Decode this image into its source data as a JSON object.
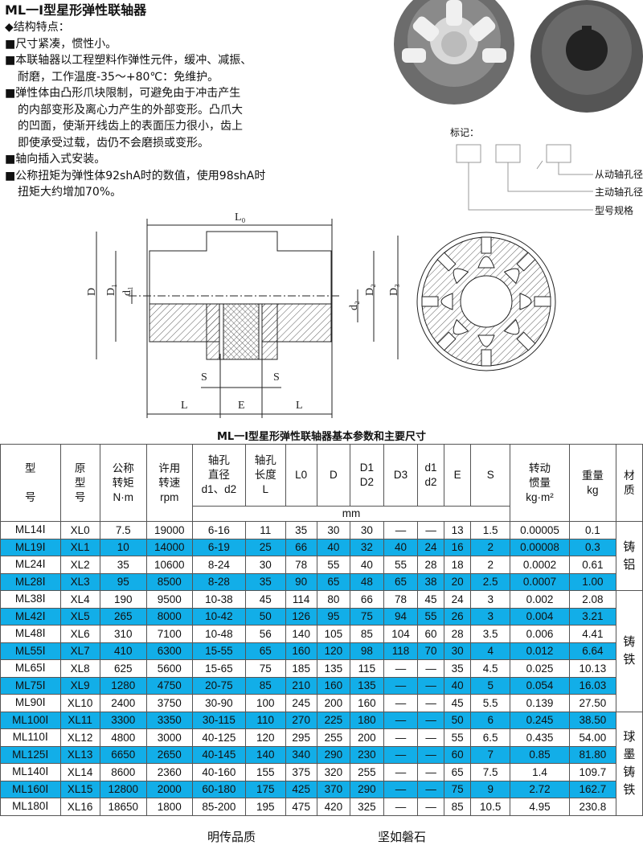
{
  "intro": {
    "title": "ML一Ⅰ型星形弹性联轴器",
    "heading": "◆结构特点：",
    "points": [
      "■尺寸紧凑，惯性小。",
      "■本联轴器以工程塑料作弹性元件，缓冲、减振、",
      "耐磨，工作温度-35～+80℃：免维护。",
      "■弹性体由凸形爪块限制，可避免由于冲击产生",
      "的内部变形及离心力产生的外部变形。凸爪大",
      "的凹面，使渐开线齿上的表面压力很小，齿上",
      "即使承受过载，齿仍不会磨损或变形。",
      "■轴向插入式安装。",
      "■公称扭矩为弹性体92shA时的数值，使用98shA时",
      "扭矩大约增加70%。"
    ]
  },
  "marking": {
    "label": "标记：",
    "slash": "/",
    "driven": "从动轴孔径",
    "driving": "主动轴孔径",
    "model": "型号规格"
  },
  "drawing": {
    "L0": "L₀",
    "D": "D",
    "D1": "D₁",
    "d1": "d₁",
    "d2": "d₂",
    "D2": "D₂",
    "D3": "D₃",
    "S": "S",
    "L": "L",
    "E": "E"
  },
  "table": {
    "caption": "ML一Ⅰ型星形弹性联轴器基本参数和主要尺寸",
    "headers": [
      "型\n\n号",
      "原\n型\n号",
      "公称\n转矩\nN·m",
      "许用\n转速\nrpm",
      "轴孔\n直径\nd1、d2",
      "轴孔\n长度\nL",
      "L0",
      "D",
      "D1\nD2",
      "D3",
      "d1\nd2",
      "E",
      "S",
      "转动\n惯量\nkg·m²",
      "重量\nkg",
      "材\n质"
    ],
    "unit": "mm",
    "rows": [
      [
        "ML14Ⅰ",
        "XL0",
        "7.5",
        "19000",
        "6-16",
        "11",
        "35",
        "30",
        "30",
        "—",
        "—",
        "13",
        "1.5",
        "0.00005",
        "0.1"
      ],
      [
        "ML19Ⅰ",
        "XL1",
        "10",
        "14000",
        "6-19",
        "25",
        "66",
        "40",
        "32",
        "40",
        "24",
        "16",
        "2",
        "0.00008",
        "0.3"
      ],
      [
        "ML24Ⅰ",
        "XL2",
        "35",
        "10600",
        "8-24",
        "30",
        "78",
        "55",
        "40",
        "55",
        "28",
        "18",
        "2",
        "0.0002",
        "0.61"
      ],
      [
        "ML28Ⅰ",
        "XL3",
        "95",
        "8500",
        "8-28",
        "35",
        "90",
        "65",
        "48",
        "65",
        "38",
        "20",
        "2.5",
        "0.0007",
        "1.00"
      ],
      [
        "ML38Ⅰ",
        "XL4",
        "190",
        "9500",
        "10-38",
        "45",
        "114",
        "80",
        "66",
        "78",
        "45",
        "24",
        "3",
        "0.002",
        "2.08"
      ],
      [
        "ML42Ⅰ",
        "XL5",
        "265",
        "8000",
        "10-42",
        "50",
        "126",
        "95",
        "75",
        "94",
        "55",
        "26",
        "3",
        "0.004",
        "3.21"
      ],
      [
        "ML48Ⅰ",
        "XL6",
        "310",
        "7100",
        "10-48",
        "56",
        "140",
        "105",
        "85",
        "104",
        "60",
        "28",
        "3.5",
        "0.006",
        "4.41"
      ],
      [
        "ML55Ⅰ",
        "XL7",
        "410",
        "6300",
        "15-55",
        "65",
        "160",
        "120",
        "98",
        "118",
        "70",
        "30",
        "4",
        "0.012",
        "6.64"
      ],
      [
        "ML65Ⅰ",
        "XL8",
        "625",
        "5600",
        "15-65",
        "75",
        "185",
        "135",
        "115",
        "—",
        "—",
        "35",
        "4.5",
        "0.025",
        "10.13"
      ],
      [
        "ML75Ⅰ",
        "XL9",
        "1280",
        "4750",
        "20-75",
        "85",
        "210",
        "160",
        "135",
        "—",
        "—",
        "40",
        "5",
        "0.054",
        "16.03"
      ],
      [
        "ML90Ⅰ",
        "XL10",
        "2400",
        "3750",
        "30-90",
        "100",
        "245",
        "200",
        "160",
        "—",
        "—",
        "45",
        "5.5",
        "0.139",
        "27.50"
      ],
      [
        "ML100Ⅰ",
        "XL11",
        "3300",
        "3350",
        "30-115",
        "110",
        "270",
        "225",
        "180",
        "—",
        "—",
        "50",
        "6",
        "0.245",
        "38.50"
      ],
      [
        "ML110Ⅰ",
        "XL12",
        "4800",
        "3000",
        "40-125",
        "120",
        "295",
        "255",
        "200",
        "—",
        "—",
        "55",
        "6.5",
        "0.435",
        "54.00"
      ],
      [
        "ML125Ⅰ",
        "XL13",
        "6650",
        "2650",
        "40-145",
        "140",
        "340",
        "290",
        "230",
        "—",
        "—",
        "60",
        "7",
        "0.85",
        "81.80"
      ],
      [
        "ML140Ⅰ",
        "XL14",
        "8600",
        "2360",
        "40-160",
        "155",
        "375",
        "320",
        "255",
        "—",
        "—",
        "65",
        "7.5",
        "1.4",
        "109.7"
      ],
      [
        "ML160Ⅰ",
        "XL15",
        "12800",
        "2000",
        "60-180",
        "175",
        "425",
        "370",
        "290",
        "—",
        "—",
        "75",
        "9",
        "2.72",
        "162.7"
      ],
      [
        "ML180Ⅰ",
        "XL16",
        "18650",
        "1800",
        "85-200",
        "195",
        "475",
        "420",
        "325",
        "—",
        "—",
        "85",
        "10.5",
        "4.95",
        "230.8"
      ]
    ],
    "materials": [
      {
        "label": "铸\n铝",
        "span": 4
      },
      {
        "label": "铸\n铁",
        "span": 7
      },
      {
        "label": "球\n墨\n铸\n铁",
        "span": 6
      }
    ],
    "highlight_color": "#12aee8"
  },
  "footer": {
    "left": "明传品质",
    "right": "坚如磐石"
  }
}
